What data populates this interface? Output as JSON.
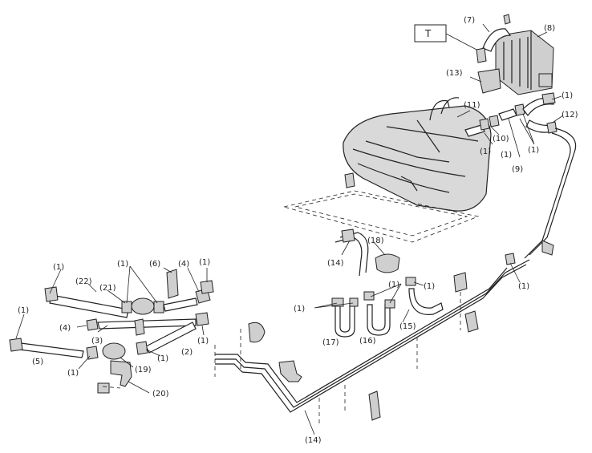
{
  "diagram": {
    "t_label": "T",
    "callouts": [
      "(7)",
      "(8)",
      "(13)",
      "(1)",
      "(11)",
      "(12)",
      "(10)",
      "(1)",
      "(9)",
      "(1)",
      "(18)",
      "(14)",
      "(1)",
      "(1)",
      "(1)",
      "(15)",
      "(17)",
      "(16)",
      "(1)",
      "(1)",
      "(1)",
      "(6)",
      "(4)",
      "(1)",
      "(22)",
      "(21)",
      "(4)",
      "(3)",
      "(1)",
      "(1)",
      "(1)",
      "(2)",
      "(5)",
      "(1)",
      "(19)",
      "(20)",
      "(14)",
      "(1)"
    ]
  }
}
